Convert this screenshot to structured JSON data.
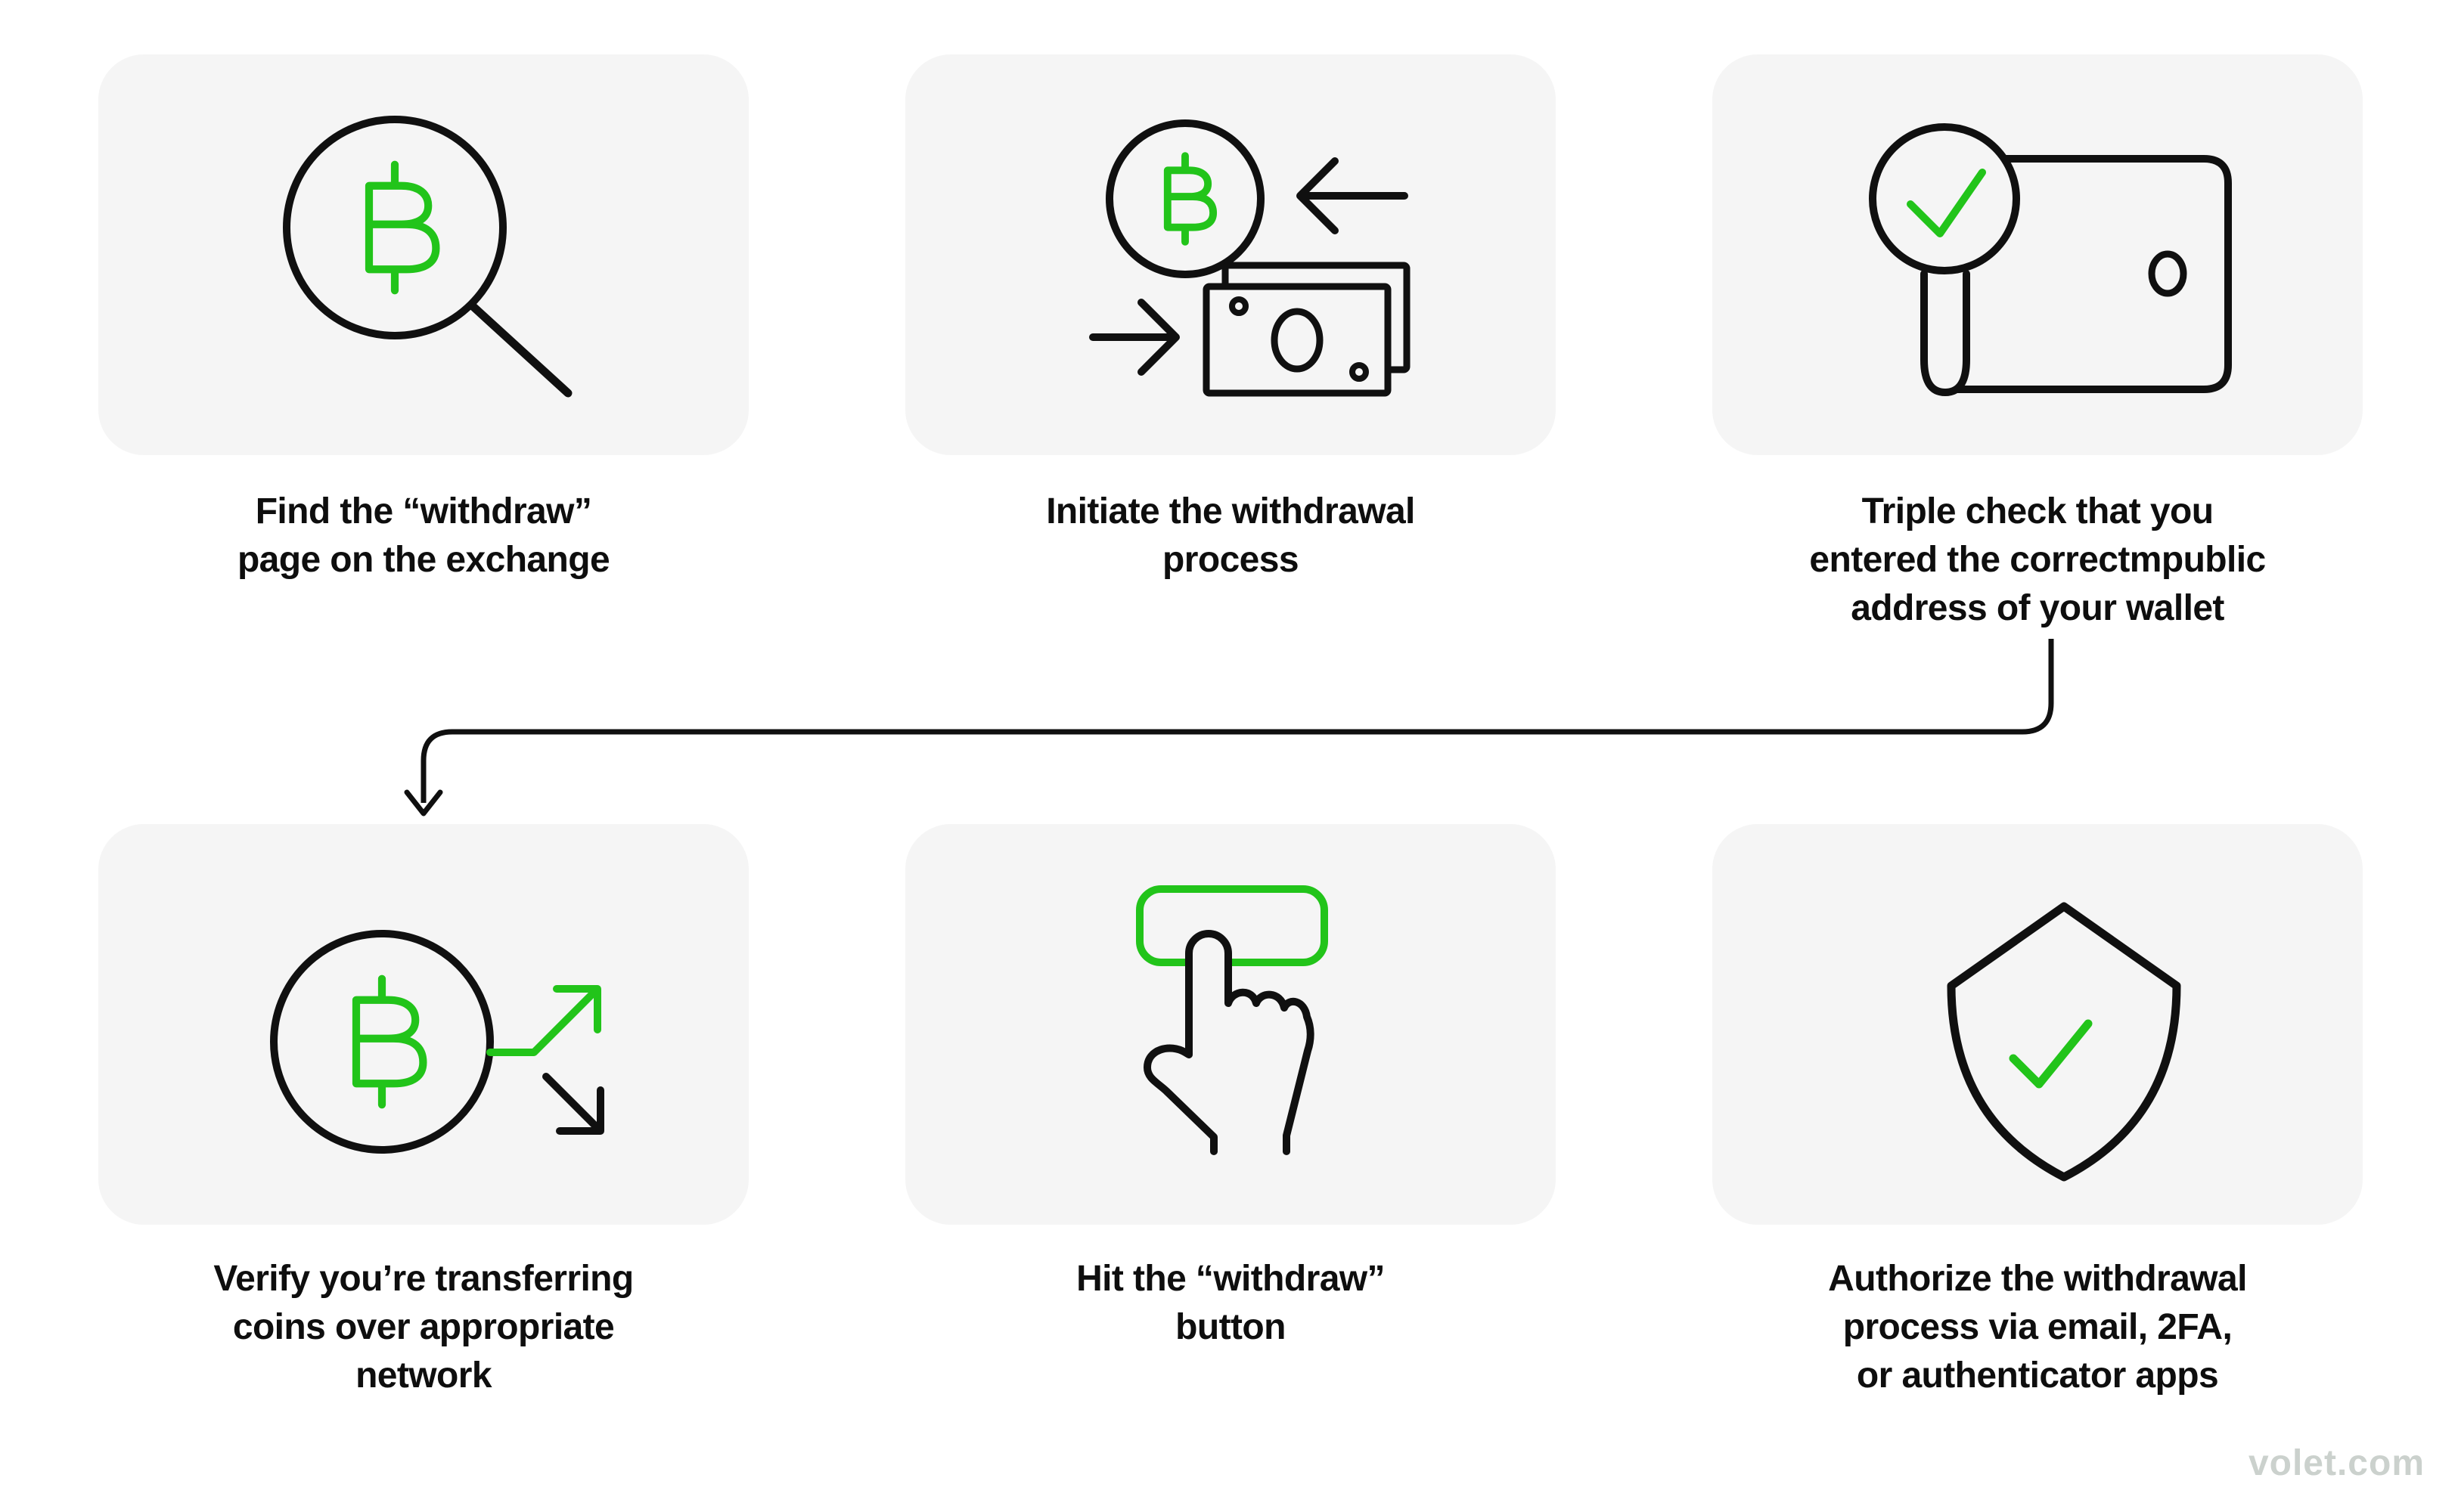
{
  "colors": {
    "accent_green": "#22c41a",
    "ink": "#101010",
    "card_background": "#f5f5f5",
    "page_background": "#ffffff",
    "watermark_gray": "#cbd1cd"
  },
  "watermark": "volet.com",
  "flow_connector": {
    "from_step": 3,
    "to_step": 4
  },
  "steps": [
    {
      "caption": "Find the “withdraw”\npage on the exchange",
      "icon": "bitcoin-magnifier-icon"
    },
    {
      "caption": "Initiate the withdrawal\nprocess",
      "icon": "bitcoin-cash-exchange-icon"
    },
    {
      "caption": "Triple check that you\nentered the correctmpublic\naddress of your wallet",
      "icon": "wallet-check-magnifier-icon"
    },
    {
      "caption": "Verify you’re transferring\ncoins over appropriate\nnetwork",
      "icon": "bitcoin-network-arrows-icon"
    },
    {
      "caption": "Hit the “withdraw”\nbutton",
      "icon": "hand-press-button-icon"
    },
    {
      "caption": "Authorize the withdrawal\nprocess via email, 2FA,\nor authenticator apps",
      "icon": "shield-check-icon"
    }
  ]
}
